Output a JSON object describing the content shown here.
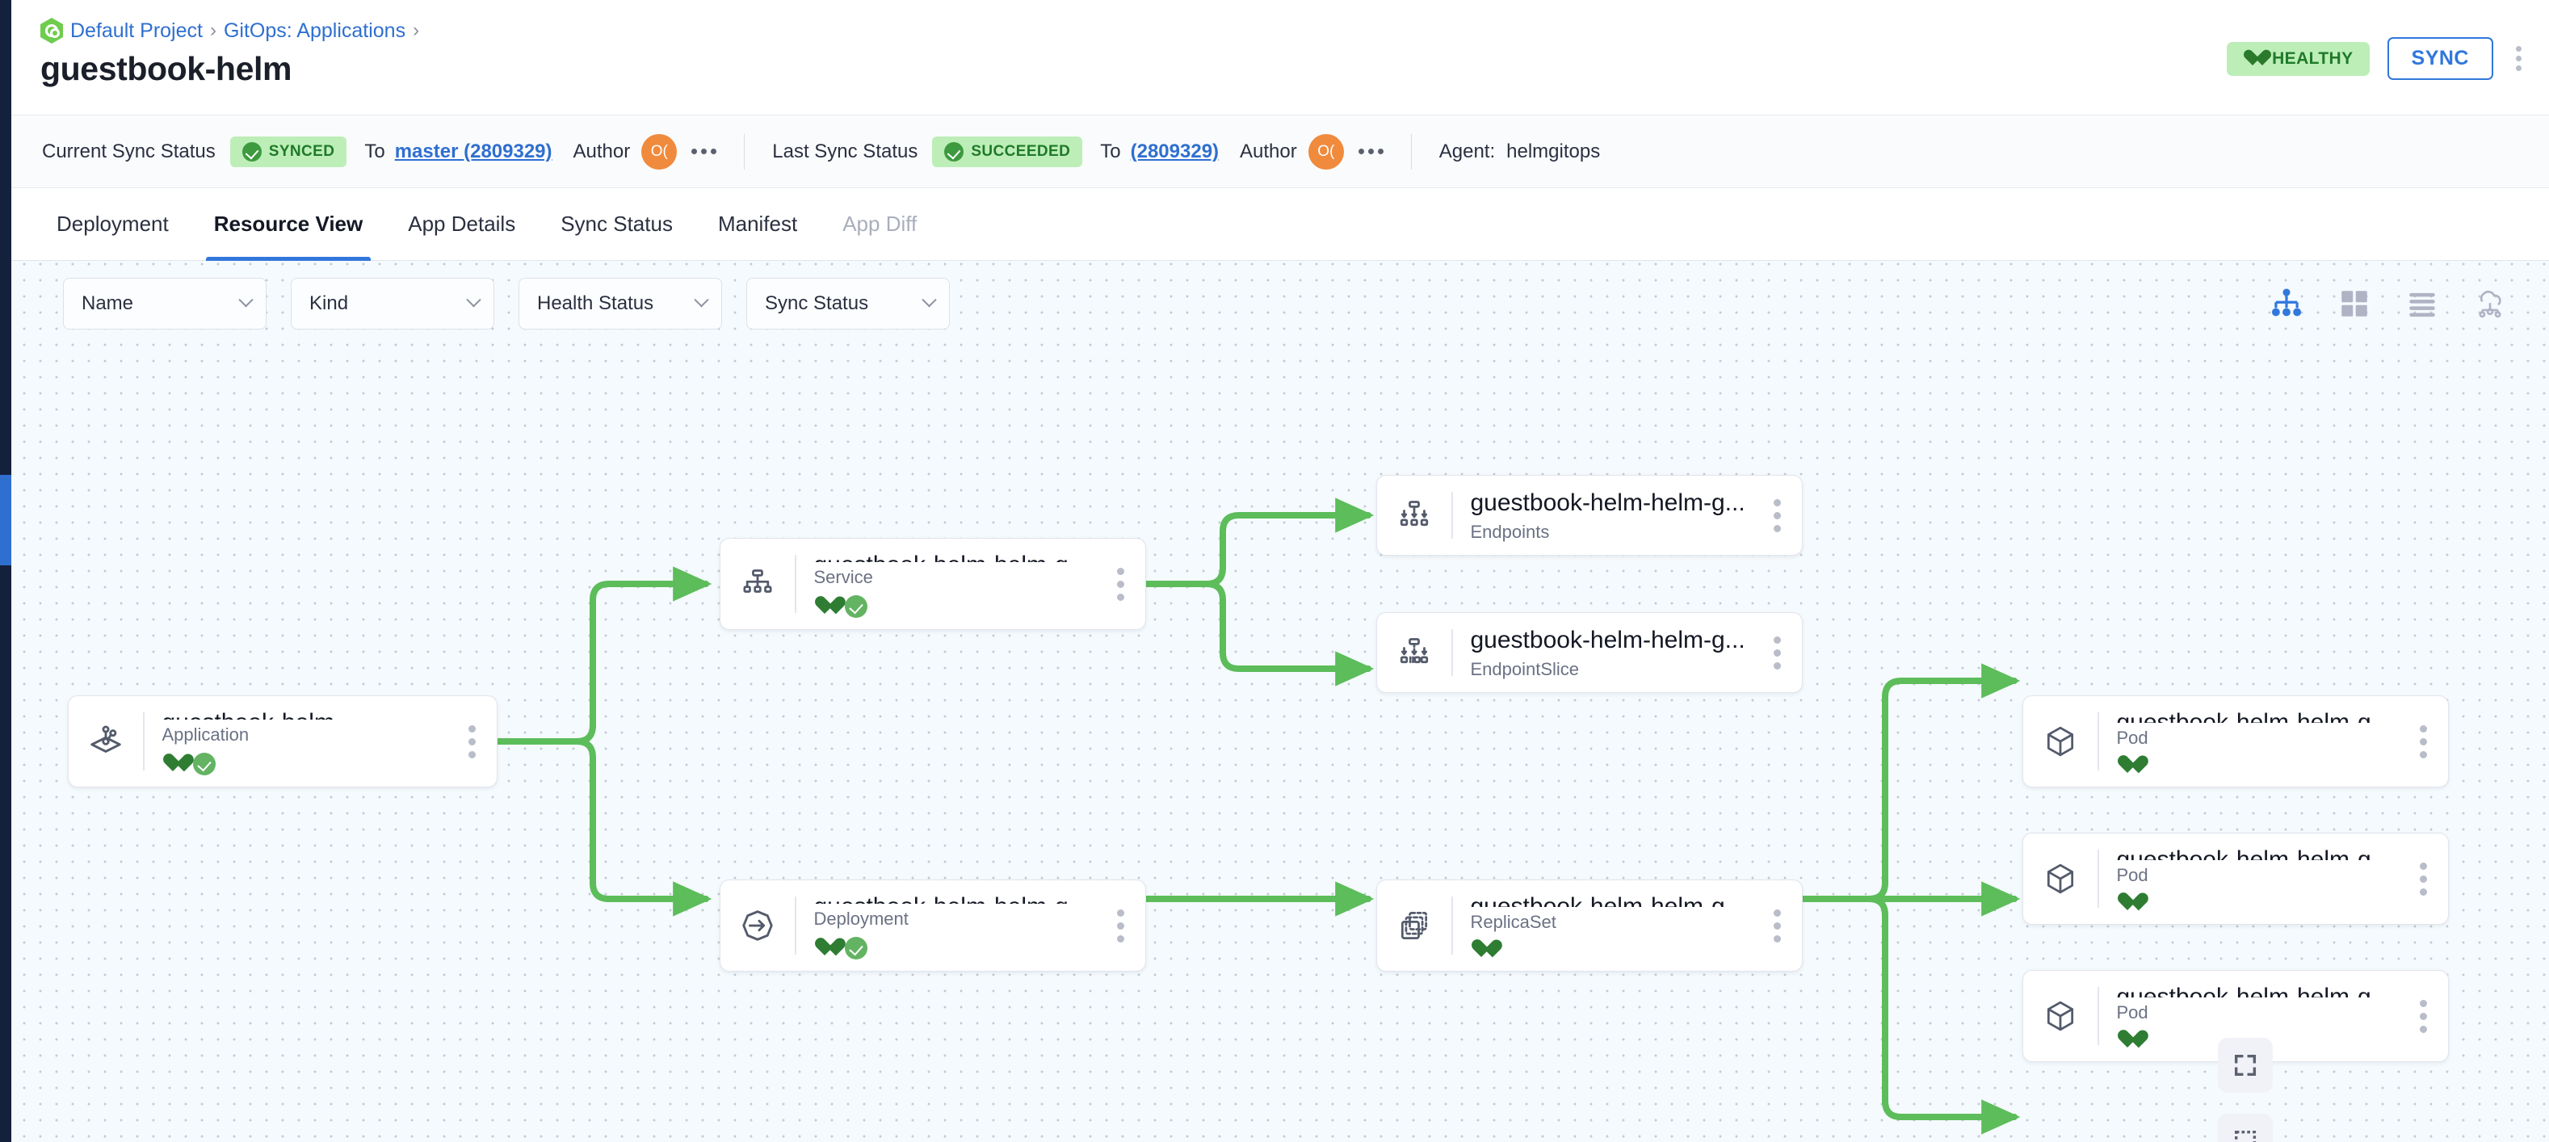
{
  "left_rail": {
    "accent_color": "#2f6fd0",
    "bg_color": "#14213d"
  },
  "header": {
    "breadcrumb": [
      {
        "label": "Default Project",
        "icon": "project-logo-icon"
      },
      {
        "label": "GitOps: Applications"
      }
    ],
    "separator": "›",
    "title": "guestbook-helm",
    "health_badge": {
      "label": "HEALTHY",
      "icon": "heart-icon",
      "bg": "#bdeeb8",
      "fg": "#1f7a28"
    },
    "sync_button": {
      "label": "SYNC",
      "color": "#3177dc"
    },
    "kebab": "more-options-icon"
  },
  "statusbar": {
    "current_sync_label": "Current Sync Status",
    "current_sync_chip": "SYNCED",
    "current_to_label": "To",
    "current_revision": "master (2809329)",
    "current_author_label": "Author",
    "current_author_initials": "O(",
    "last_sync_label": "Last Sync Status",
    "last_sync_chip": "SUCCEEDED",
    "last_to_label": "To",
    "last_revision": "(2809329)",
    "last_author_label": "Author",
    "last_author_initials": "O(",
    "agent_label": "Agent:",
    "agent_value": "helmgitops"
  },
  "tabs": [
    {
      "label": "Deployment",
      "state": "normal"
    },
    {
      "label": "Resource View",
      "state": "active"
    },
    {
      "label": "App Details",
      "state": "normal"
    },
    {
      "label": "Sync Status",
      "state": "normal"
    },
    {
      "label": "Manifest",
      "state": "normal"
    },
    {
      "label": "App Diff",
      "state": "disabled"
    }
  ],
  "filters": [
    {
      "label": "Name",
      "name": "filter-name"
    },
    {
      "label": "Kind",
      "name": "filter-kind"
    },
    {
      "label": "Health Status",
      "name": "filter-health-status"
    },
    {
      "label": "Sync Status",
      "name": "filter-sync-status"
    }
  ],
  "view_toggles": [
    {
      "name": "tree-view-icon",
      "active": true
    },
    {
      "name": "grid-view-icon",
      "active": false
    },
    {
      "name": "list-view-icon",
      "active": false
    },
    {
      "name": "network-view-icon",
      "active": false
    }
  ],
  "canvas": {
    "fullscreen_button": "fullscreen-icon",
    "select-box_button": "selection-box-icon"
  },
  "graph": {
    "edge_color": "#5cbd5a",
    "nodes": [
      {
        "id": "app",
        "title": "guestbook-helm",
        "kind": "Application",
        "icon": "application-icon",
        "health": true,
        "synced": true
      },
      {
        "id": "svc",
        "title": "guestbook-helm-helm-g...",
        "kind": "Service",
        "icon": "service-icon",
        "health": true,
        "synced": true
      },
      {
        "id": "ep",
        "title": "guestbook-helm-helm-g...",
        "kind": "Endpoints",
        "icon": "endpoints-icon",
        "health": false,
        "synced": false
      },
      {
        "id": "eps",
        "title": "guestbook-helm-helm-g...",
        "kind": "EndpointSlice",
        "icon": "endpointslice-icon",
        "health": false,
        "synced": false
      },
      {
        "id": "dep",
        "title": "guestbook-helm-helm-g...",
        "kind": "Deployment",
        "icon": "deployment-icon",
        "health": true,
        "synced": true
      },
      {
        "id": "rs",
        "title": "guestbook-helm-helm-g...",
        "kind": "ReplicaSet",
        "icon": "replicaset-icon",
        "health": true,
        "synced": false
      },
      {
        "id": "pod1",
        "title": "guestbook-helm-helm-g...",
        "kind": "Pod",
        "icon": "pod-icon",
        "health": true,
        "synced": false
      },
      {
        "id": "pod2",
        "title": "guestbook-helm-helm-g...",
        "kind": "Pod",
        "icon": "pod-icon",
        "health": true,
        "synced": false
      },
      {
        "id": "pod3",
        "title": "guestbook-helm-helm-g...",
        "kind": "Pod",
        "icon": "pod-icon",
        "health": true,
        "synced": false
      }
    ]
  }
}
